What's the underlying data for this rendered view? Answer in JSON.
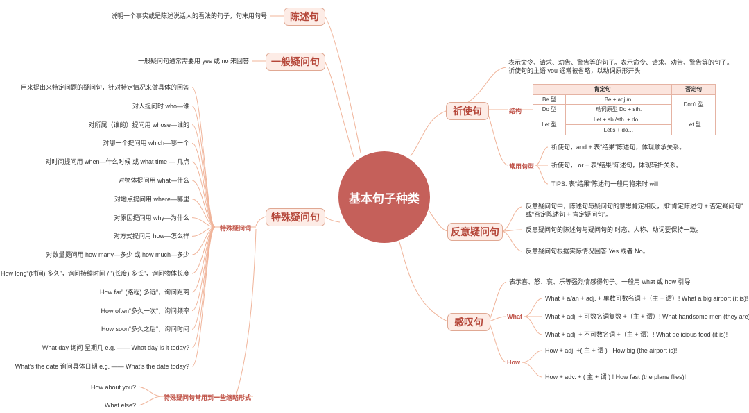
{
  "center": "基本句子种类",
  "left": {
    "statement": {
      "title": "陈述句",
      "desc": "说明一个事实或是陈述说话人的看法的句子，句末用句号"
    },
    "general": {
      "title": "一般疑问句",
      "desc": "一般疑问句通常需要用 yes 或 no 来回答"
    },
    "special": {
      "title": "特殊疑问句",
      "words_label": "特殊疑问词",
      "items": [
        "用来提出来特定问题的疑问句，针对特定情况来做具体的回答",
        "对人提问时 who—谁",
        "对所属（谁的）提问用 whose—谁的",
        "对哪一个提问用 which—哪一个",
        "对时间提问用 when—什么时候 或 what time — 几点",
        "对物体提问用 what—什么",
        "对地点提问用 where—哪里",
        "对原因提问用 why—为什么",
        "对方式提问用 how—怎么样",
        "对数量提问用 how many—多少 或 how much—多少",
        "How long“(时间) 多久”，询问持续时间 / ”(长度) 多长”，询问物体长度",
        "How far” (路程) 多远”，询问距离",
        "How often“多久一次”，询问频率",
        "How soon“多久之后”，询问时间",
        "What day 询问 星期几 e.g. —— What day is it today?",
        "What’s the date 询问具体日期   e.g. —— What’s the date today?"
      ],
      "short_label": "特殊疑问句常用到一些缩略形式",
      "short_items": [
        "How about you?",
        "What else?"
      ]
    }
  },
  "right": {
    "imperative": {
      "title": "祈使句",
      "desc1": "表示命令、请求、劝告、警告等的句子。表示命令、请求、劝告、警告等的句子。",
      "desc2": "祈使句的主语 you 通常被省略，以动词原形开头",
      "structure_label": "结构",
      "table": {
        "h1": "肯定句",
        "h2": "否定句",
        "r1a": "Be 型",
        "r1b": "Be + adj./n.",
        "r2a": "Do 型",
        "r2b": "动词原型 Do + sth.",
        "neg1": "Don’t 型",
        "r3a": "Let 型",
        "r3b1": "Let + sb./sth. + do…",
        "r3b2": "Let’s + do…",
        "neg2": "Let 型"
      },
      "common_label": "常用句型",
      "common": [
        "祈使句，and + 表“结果”陈述句，体现顺承关系。",
        "祈使句， or + 表“结果”陈述句，体现转折关系。",
        "TIPS: 表“结果”陈述句一般用将来时 will"
      ]
    },
    "tag": {
      "title": "反意疑问句",
      "items": [
        "反意疑问句中，陈述句与疑问句的意思肯定相反，即“肯定陈述句 + 否定疑问句”",
        "或“否定陈述句 + 肯定疑问句”。",
        "反意疑问句的陈述句与疑问句的 时态、人称、动词要保持一致。",
        "反意疑问句根据实际情况回答 Yes 或者 No。"
      ]
    },
    "exclaim": {
      "title": "感叹句",
      "desc": "表示喜、怒、哀、乐等强烈情感得句子。一般用 what 或 how 引导",
      "what_label": "What",
      "what_items": [
        "What + a/an + adj. + 单数可数名词 +（主 + 谓）! What a big airport (it is)!",
        "What + adj. + 可数名词复数 +（主 + 谓）! What handsome men (they are)!",
        "What + adj. + 不可数名词 +（主 + 谓）! What delicious food (it is)!"
      ],
      "how_label": "How",
      "how_items": [
        "How + adj. +( 主 + 谓 ) ! How big (the airport is)!",
        "How + adv. + ( 主 + 谓 ) !  How fast (the plane flies)!"
      ]
    }
  },
  "colors": {
    "accent": "#c5605a",
    "line": "#f0b49a",
    "node_bg": "#fdece6",
    "node_text": "#b5473a"
  }
}
